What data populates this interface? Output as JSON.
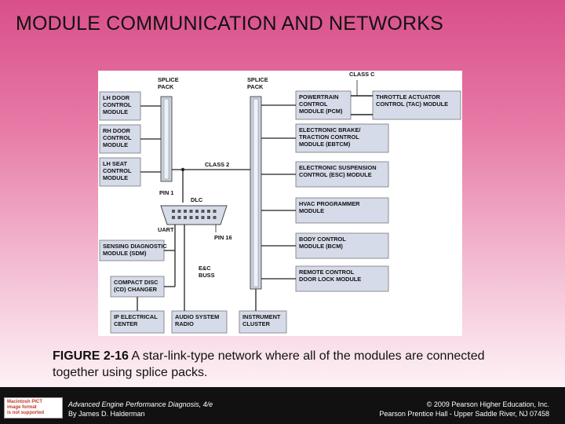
{
  "slide": {
    "title": "MODULE COMMUNICATION AND NETWORKS"
  },
  "diagram": {
    "splice_pack_left": [
      "SPLICE",
      "PACK"
    ],
    "splice_pack_right": [
      "SPLICE",
      "PACK"
    ],
    "class_c": "CLASS C",
    "class_2": "CLASS 2",
    "pin1": "PIN 1",
    "dlc": "DLC",
    "uart": "UART",
    "pin16": "PIN 16",
    "ec_buss": [
      "E&C",
      "BUSS"
    ],
    "left_modules": [
      [
        "LH DOOR",
        "CONTROL",
        "MODULE"
      ],
      [
        "RH DOOR",
        "CONTROL",
        "MODULE"
      ],
      [
        "LH SEAT",
        "CONTROL",
        "MODULE"
      ]
    ],
    "sdm": [
      "SENSING DIAGNOSTIC",
      "MODULE (SDM)"
    ],
    "cd_changer": [
      "COMPACT DISC",
      "(CD) CHANGER"
    ],
    "ip_center": [
      "IP ELECTRICAL",
      "CENTER"
    ],
    "audio": [
      "AUDIO SYSTEM",
      "RADIO"
    ],
    "cluster": [
      "INSTRUMENT",
      "CLUSTER"
    ],
    "pcm": [
      "POWERTRAIN",
      "CONTROL",
      "MODULE (PCM)"
    ],
    "tac": [
      "THROTTLE ACTUATOR",
      "CONTROL (TAC) MODULE"
    ],
    "right_modules": [
      [
        "ELECTRONIC BRAKE/",
        "TRACTION CONTROL",
        "MODULE (EBTCM)"
      ],
      [
        "ELECTRONIC SUSPENSION",
        "CONTROL (ESC) MODULE"
      ],
      [
        "HVAC PROGRAMMER",
        "MODULE"
      ],
      [
        "BODY CONTROL",
        "MODULE (BCM)"
      ],
      [
        "REMOTE CONTROL",
        "DOOR LOCK MODULE"
      ]
    ]
  },
  "caption": {
    "fig_no": "FIGURE 2-16",
    "text": " A star-link-type network where all of the modules are connected together using splice packs."
  },
  "footer": {
    "logo_lines": [
      "Macintosh PICT",
      "image format",
      "is not supported"
    ],
    "book_title": "Advanced Engine Performance Diagnosis, 4/e",
    "author": "By James D. Halderman",
    "copyright": "© 2009 Pearson Higher Education, Inc.",
    "publisher": "Pearson Prentice Hall - Upper Saddle River, NJ 07458"
  },
  "colors": {
    "module_fill": "#d6dbe9",
    "splice_fill": "#c9cfdf",
    "line": "#222222"
  }
}
